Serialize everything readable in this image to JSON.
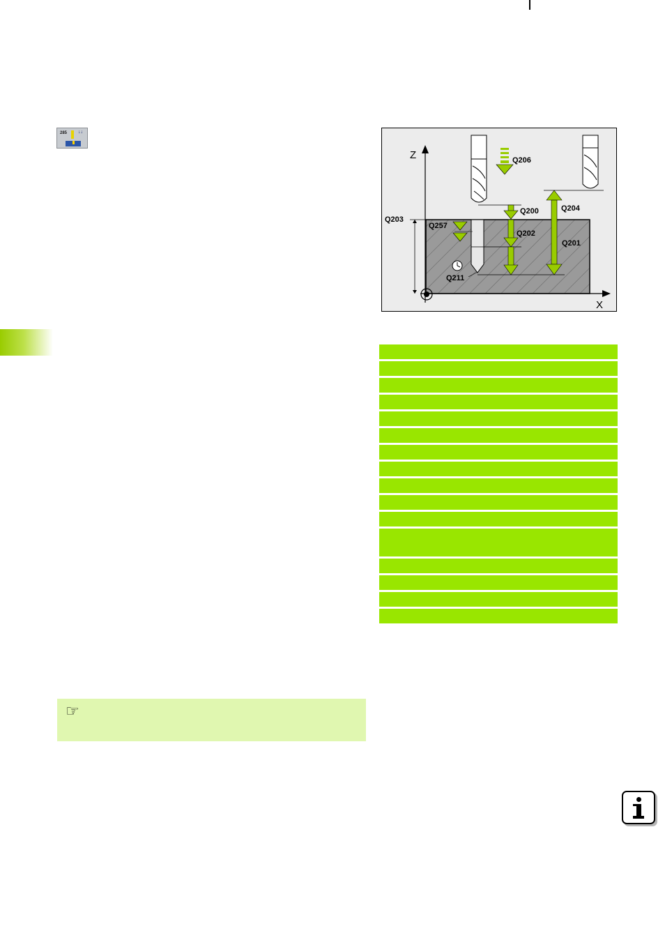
{
  "cycle_icon": {
    "number": "285",
    "arrows": "↓↓"
  },
  "figure": {
    "axis_z": "Z",
    "axis_x": "X",
    "labels": {
      "q206": "Q206",
      "q200": "Q200",
      "q204": "Q204",
      "q203": "Q203",
      "q257": "Q257",
      "q202": "Q202",
      "q201": "Q201",
      "q211": "Q211"
    },
    "accent_color": "#99cc00",
    "workpiece_color": "#9a9a9a"
  },
  "table": {
    "row_color": "#99e600",
    "row_count": 16
  },
  "note": {
    "icon": "pointing-hand-icon",
    "color": "#e0f7b0"
  },
  "info": {
    "icon": "info-icon"
  }
}
